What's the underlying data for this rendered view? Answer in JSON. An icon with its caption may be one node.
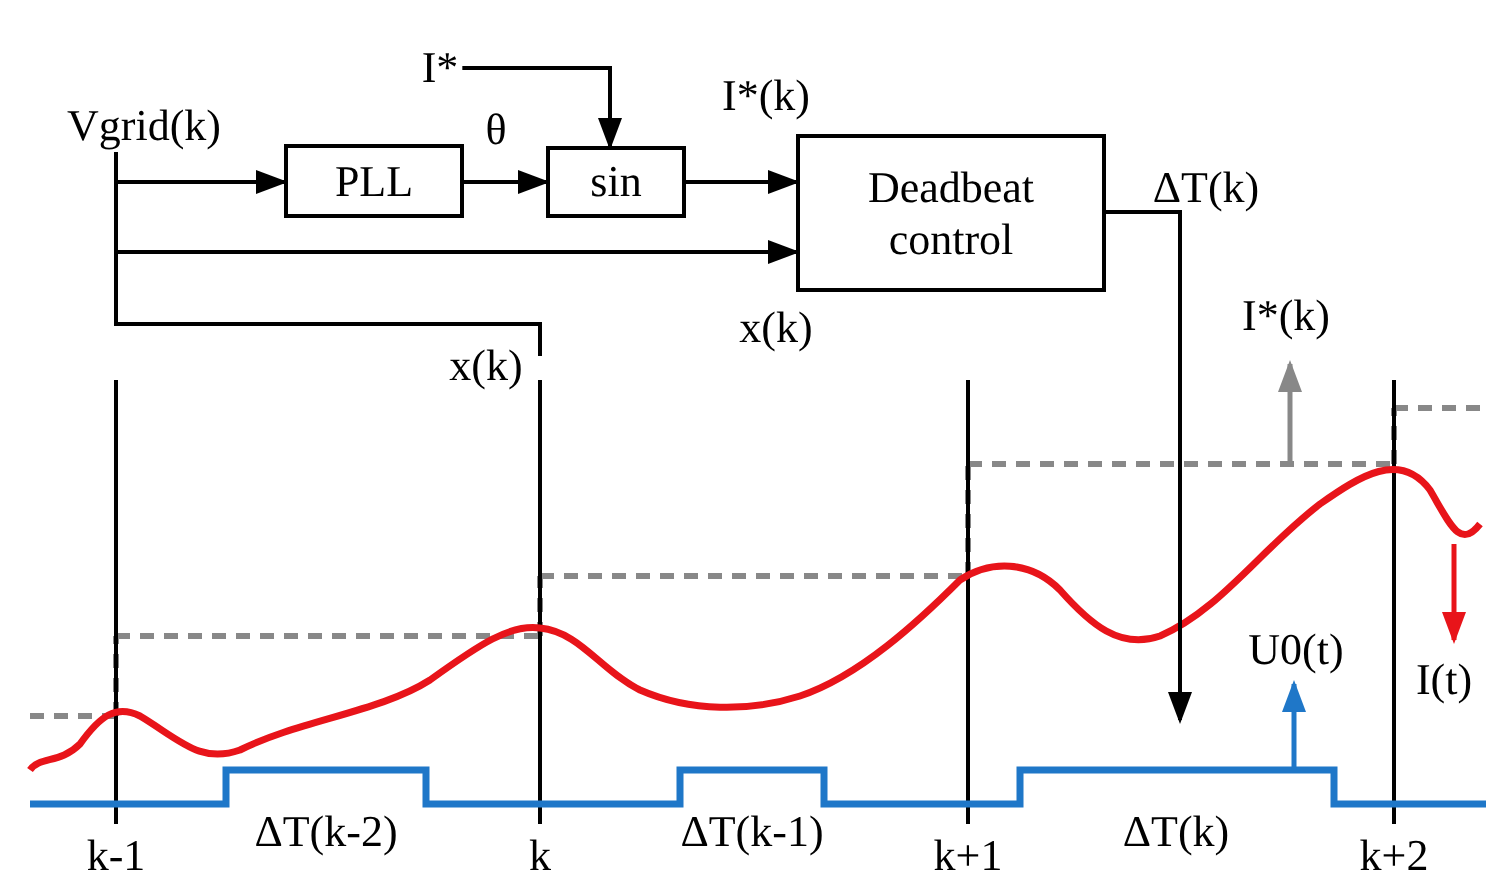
{
  "diagram": {
    "nodes": [
      {
        "text": [
          "Vgrid(k)"
        ]
      },
      {
        "text": [
          "I*"
        ]
      },
      {
        "text": [
          "PLL"
        ]
      },
      {
        "text": [
          "sin"
        ]
      },
      {
        "text": [
          "Deadbeat control"
        ]
      }
    ],
    "edges": [
      {
        "from": 0,
        "to": 2,
        "arrow": "to"
      },
      {
        "from": 1,
        "to": 3,
        "arrow": "to"
      },
      {
        "from": 2,
        "to": 3,
        "arrow": "to",
        "label": "θ"
      },
      {
        "from": 3,
        "to": 4,
        "arrow": "to",
        "label": "I*(k)"
      },
      {
        "from": 0,
        "to": 4,
        "arrow": "to",
        "label": "x(k)"
      },
      {
        "from": 0,
        "to": null,
        "arrow": "none",
        "label": "x(k)"
      },
      {
        "from": 4,
        "to": null,
        "arrow": "to",
        "label": "ΔT(k)"
      }
    ],
    "labels": [
      "I*(k)",
      "U0(t)",
      "I(t)",
      "k-1",
      "ΔT(k-2)",
      "k",
      "ΔT(k-1)",
      "k+1",
      "ΔT(k)",
      "k+2"
    ]
  }
}
